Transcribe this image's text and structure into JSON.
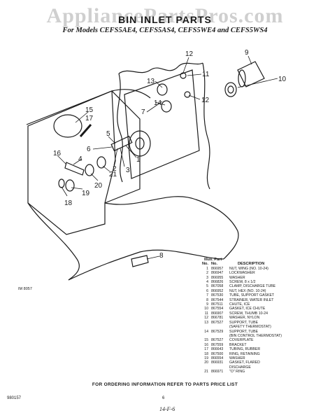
{
  "header": {
    "watermark": "AppliancePartsPros.com",
    "title": "BIN INLET PARTS",
    "subtitle": "For Models CEFS5AE4, CEFS5AS4, CEFS5WE4 and CEFS5WS4"
  },
  "diagram": {
    "code": "IM 8057",
    "callouts": [
      "12",
      "9",
      "11",
      "13",
      "10",
      "14",
      "7",
      "12",
      "15",
      "17",
      "5",
      "6",
      "4",
      "3",
      "2",
      "1",
      "16",
      "20",
      "21",
      "19",
      "18",
      "8"
    ]
  },
  "parts_list": {
    "header_top": "Illus. Part",
    "col_no": "No.",
    "col_part_no": "No.",
    "col_desc": "DESCRIPTION",
    "rows": [
      [
        "1",
        "866957",
        "NUT, WING (NO. 10-24)"
      ],
      [
        "2",
        "866947",
        "LOCKWASHER"
      ],
      [
        "3",
        "866955",
        "WASHER"
      ],
      [
        "4",
        "866826",
        "SCREW, 8 x 1/2"
      ],
      [
        "5",
        "867058",
        "CLAMP, DISCHARGE TUBE"
      ],
      [
        "6",
        "866952",
        "NUT, HEX (NO. 10-24)"
      ],
      [
        "7",
        "867530",
        "TUBE, SUPPORT GASKET"
      ],
      [
        "8",
        "867544",
        "STRAINER, WATER INLET"
      ],
      [
        "9",
        "867511",
        "CHUTE, ICE"
      ],
      [
        "10",
        "867554",
        "GASKET, ICE CHUTE"
      ],
      [
        "11",
        "866907",
        "SCREW, THUMB 10-24"
      ],
      [
        "12",
        "866781",
        "WASHER, NYLON"
      ],
      [
        "13",
        "867527",
        "SUPPORT, TUBE"
      ],
      [
        "",
        "",
        "(SAFETY THERMOSTAT)"
      ],
      [
        "14",
        "867529",
        "SUPPORT, TUBE"
      ],
      [
        "",
        "",
        "(BIN CONTROL THERMOSTAT)"
      ],
      [
        "15",
        "867527",
        "COVERPLATE"
      ],
      [
        "16",
        "867559",
        "BRACKET"
      ],
      [
        "17",
        "866643",
        "TUBING, RUBBER"
      ],
      [
        "18",
        "867500",
        "RING, RETAINING"
      ],
      [
        "19",
        "866554",
        "WASHER"
      ],
      [
        "20",
        "866931",
        "GASKET, FLARED"
      ],
      [
        "",
        "",
        "DISCHARGE"
      ],
      [
        "21",
        "866971",
        "\"O\" RING"
      ]
    ]
  },
  "footer": {
    "note": "FOR ORDERING INFORMATION REFER TO PARTS PRICE LIST",
    "doc_number": "980157",
    "page_number": "6",
    "handwritten": "14-F-6"
  }
}
